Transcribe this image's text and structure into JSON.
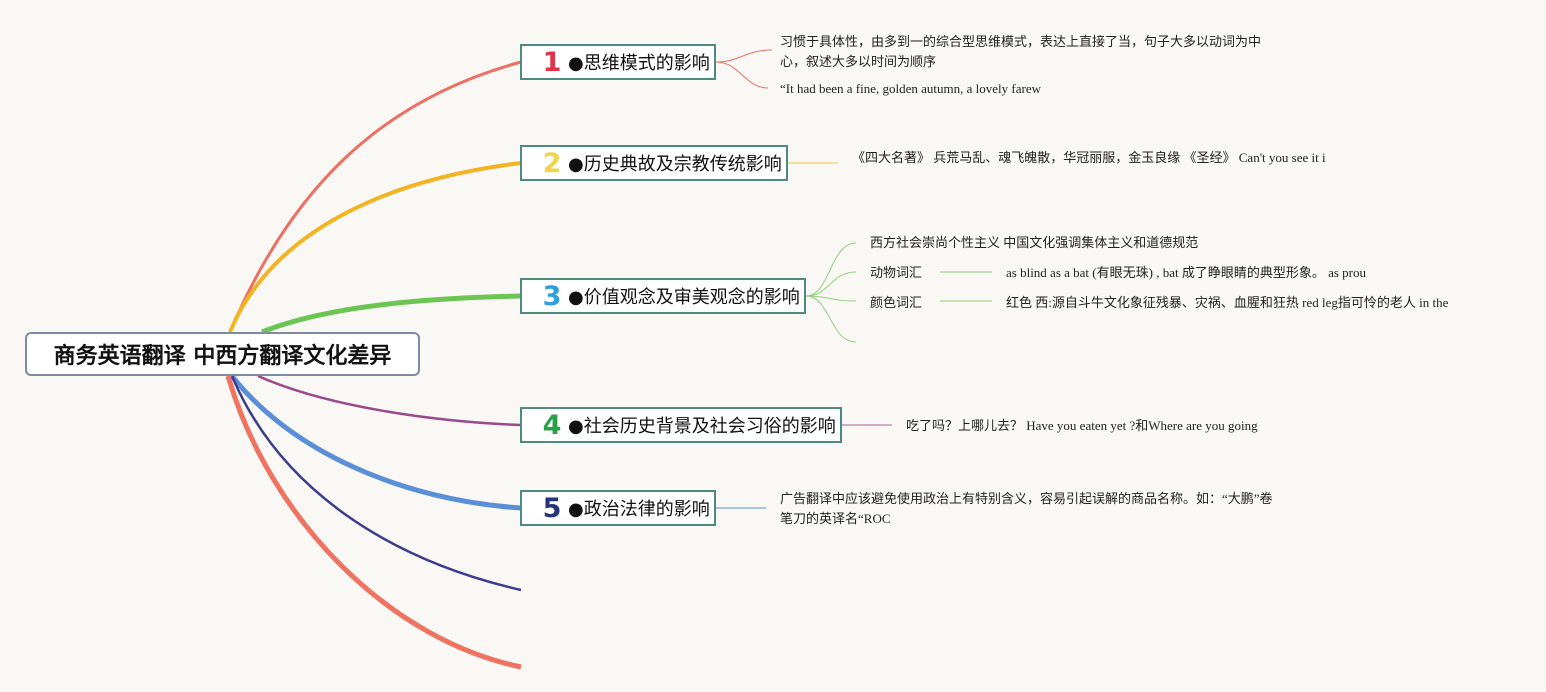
{
  "root": {
    "label": "商务英语翻译 中西方翻译文化差异"
  },
  "colors": {
    "branch1": "#ee6f62",
    "branch2": "#f2b423",
    "branch3": "#6cc552",
    "branch4": "#9a4a8c",
    "branch5": "#5a8fd8",
    "branch6": "#3c3c8c",
    "branch7": "#f07260",
    "node_border": "#4d8a80",
    "root_border": "#7d8aa3"
  },
  "branches": [
    {
      "number": "1",
      "number_color": "#e0334a",
      "label": "●思维模式的影响",
      "details": [
        "习惯于具体性，由多到一的综合型思维模式，表达上直接了当，句子大多以动词为中心，叙述大多以时间为顺序",
        "“It had been a fine, golden autumn, a lovely farew"
      ]
    },
    {
      "number": "2",
      "number_color": "#f0d54a",
      "label": "●历史典故及宗教传统影响",
      "details": [
        "《四大名著》 兵荒马乱、魂飞魄散，华冠丽服，金玉良缘 《圣经》 Can't you see it i"
      ]
    },
    {
      "number": "3",
      "number_color": "#2f9fe0",
      "label": "●价值观念及审美观念的影响",
      "details": [
        "西方社会崇尚个性主义 中国文化强调集体主义和道德规范",
        "动物词汇",
        "as blind as a bat (有眼无珠) , bat 成了睁眼睛的典型形象。 as prou",
        "颜色词汇",
        "红色 西:源自斗牛文化象征残暴、灾祸、血腥和狂热 red  leg指可怜的老人 in the"
      ]
    },
    {
      "number": "4",
      "number_color": "#2aa04a",
      "label": "●社会历史背景及社会习俗的影响",
      "details": [
        "吃了吗？上哪儿去？  Have you eaten yet ?和Where are you going"
      ]
    },
    {
      "number": "5",
      "number_color": "#24337a",
      "label": "●政治法律的影响",
      "details": [
        "广告翻译中应该避免使用政治上有特别含义，容易引起误解的商品名称。如：“大鹏”卷笔刀的英译名“ROC"
      ]
    }
  ]
}
